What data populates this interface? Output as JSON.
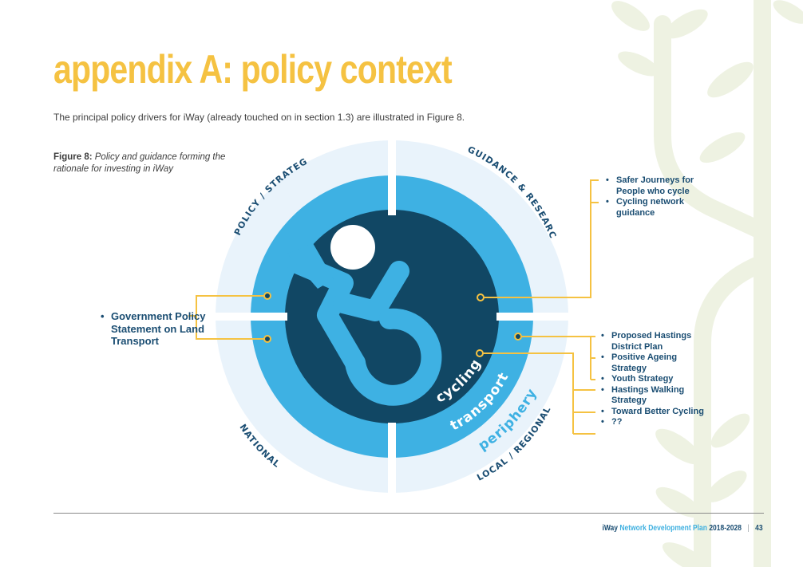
{
  "page": {
    "title": "appendix A: policy context",
    "intro": "The principal policy drivers for iWay (already touched on in section 1.3) are illustrated in Figure 8."
  },
  "figure": {
    "caption_label": "Figure 8:",
    "caption_text": "Policy and guidance forming the rationale for investing in iWay",
    "quadrants": {
      "top_left": "POLICY / STRATEGY",
      "top_right": "GUIDANCE & RESEARCH",
      "bottom_left": "NATIONAL",
      "bottom_right": "LOCAL / REGIONAL"
    },
    "rings": {
      "inner": "cycling",
      "middle": "transport",
      "outer": "periphery"
    },
    "national_policy_items": [
      "Government Policy Statement on Land Transport"
    ],
    "guidance_items": [
      "Safer Journeys for People who cycle",
      "Cycling network guidance"
    ],
    "local_items": [
      "Proposed Hastings District Plan",
      "Positive Ageing Strategy",
      "Youth Strategy",
      "Hastings Walking Strategy",
      "Toward Better Cycling",
      "??"
    ],
    "colors": {
      "outer_ring": "#e9f3fb",
      "middle_ring": "#3eb1e3",
      "inner_circle": "#114764",
      "connector": "#f5c242",
      "label_dark": "#1a4d72"
    },
    "icons": [
      "cyclist-icon"
    ]
  },
  "footer": {
    "brand": "iWay",
    "doc": "Network Development Plan",
    "years": "2018-2028",
    "page_number": "43"
  }
}
